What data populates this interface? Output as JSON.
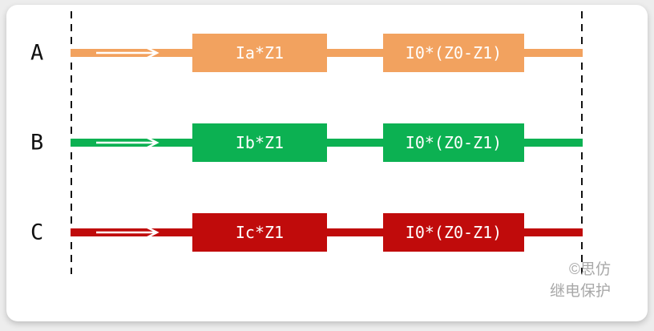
{
  "phases": [
    {
      "label": "A",
      "color": "#F2A25F",
      "series_impedance": "Ia*Z1",
      "zero_seq_term": "I0*(Z0-Z1)"
    },
    {
      "label": "B",
      "color": "#0CB152",
      "series_impedance": "Ib*Z1",
      "zero_seq_term": "I0*(Z0-Z1)"
    },
    {
      "label": "C",
      "color": "#C00B0B",
      "series_impedance": "Ic*Z1",
      "zero_seq_term": "I0*(Z0-Z1)"
    }
  ],
  "watermark": {
    "line1": "©思仿",
    "line2": "继电保护"
  }
}
